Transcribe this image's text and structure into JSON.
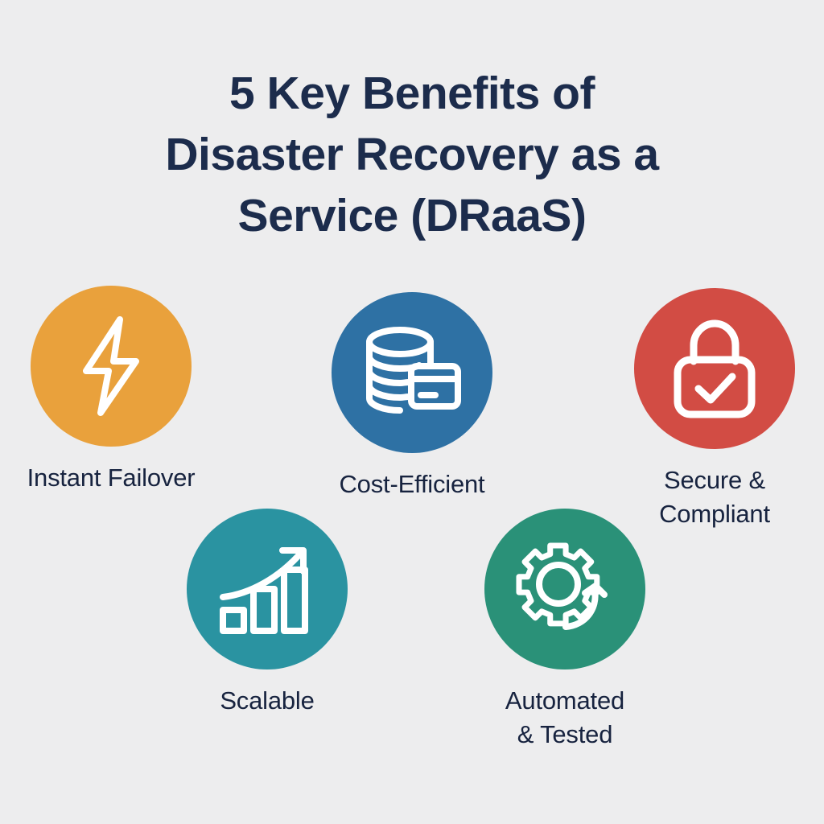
{
  "background_color": "#ededee",
  "title": {
    "lines": [
      "5 Key Benefits of",
      "Disaster Recovery as a",
      "Service (DRaaS)"
    ],
    "color": "#1c2c4c"
  },
  "label_color": "#17233f",
  "benefits": [
    {
      "id": "instant-failover",
      "icon": "lightning-bolt-icon",
      "circle_color": "#e9a13c",
      "icon_color": "#ffffff",
      "label_lines": [
        "Instant Failover"
      ]
    },
    {
      "id": "cost-efficient",
      "icon": "coin-stack-credit-card-icon",
      "circle_color": "#2e71a4",
      "icon_color": "#ffffff",
      "label_lines": [
        "Cost-Efficient"
      ]
    },
    {
      "id": "secure-compliant",
      "icon": "padlock-check-icon",
      "circle_color": "#d24c44",
      "icon_color": "#ffffff",
      "label_lines": [
        "Secure &",
        "Compliant"
      ]
    },
    {
      "id": "scalable",
      "icon": "growth-bar-chart-arrow-icon",
      "circle_color": "#2a93a1",
      "icon_color": "#ffffff",
      "label_lines": [
        "Scalable"
      ]
    },
    {
      "id": "automated-tested",
      "icon": "gear-refresh-arrow-icon",
      "circle_color": "#2a9178",
      "icon_color": "#ffffff",
      "label_lines": [
        "Automated",
        "& Tested"
      ]
    }
  ]
}
